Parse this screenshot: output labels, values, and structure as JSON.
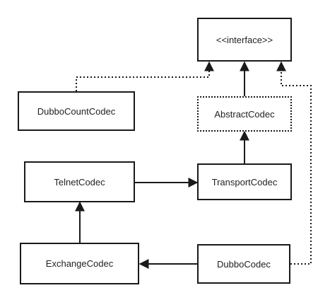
{
  "diagram": {
    "nodes": {
      "interface": "<<interface>>",
      "dubbo_count_codec": "DubboCountCodec",
      "abstract_codec": "AbstractCodec",
      "telnet_codec": "TelnetCodec",
      "transport_codec": "TransportCodec",
      "exchange_codec": "ExchangeCodec",
      "dubbo_codec": "DubboCodec"
    },
    "edges": [
      {
        "from": "dubbo_count_codec",
        "to": "interface",
        "style": "dotted",
        "relation": "implements"
      },
      {
        "from": "abstract_codec",
        "to": "interface",
        "style": "solid",
        "relation": "extends"
      },
      {
        "from": "dubbo_codec",
        "to": "interface",
        "style": "dotted",
        "relation": "implements"
      },
      {
        "from": "transport_codec",
        "to": "abstract_codec",
        "style": "solid",
        "relation": "extends"
      },
      {
        "from": "telnet_codec",
        "to": "transport_codec",
        "style": "solid",
        "relation": "extends"
      },
      {
        "from": "exchange_codec",
        "to": "telnet_codec",
        "style": "solid",
        "relation": "extends"
      },
      {
        "from": "dubbo_codec",
        "to": "exchange_codec",
        "style": "solid",
        "relation": "extends"
      }
    ],
    "colors": {
      "line": "#1a1a1a",
      "background": "#ffffff",
      "text": "#222222"
    }
  }
}
